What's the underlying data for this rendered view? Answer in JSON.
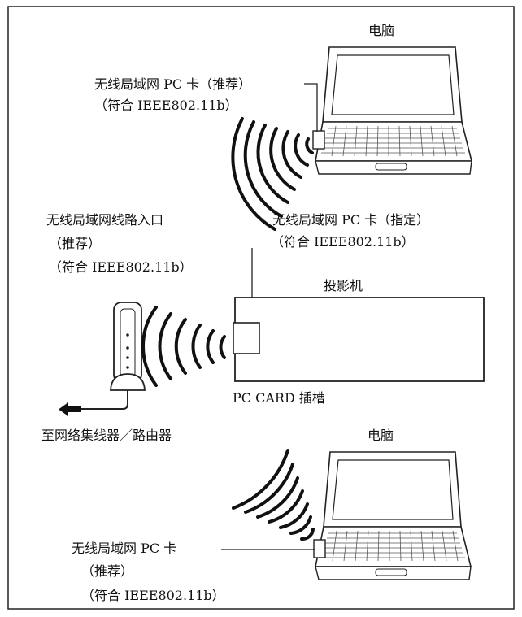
{
  "laptop_top": {
    "label": "电脑",
    "card_label_line1": "无线局域网 PC 卡（推荐）",
    "card_label_line2": "（符合 IEEE802.11b）"
  },
  "access_point": {
    "label_line1": "无线局域网线路入口",
    "label_line2": "（推荐）",
    "label_line3": "（符合 IEEE802.11b）",
    "network_label": "至网络集线器／路由器"
  },
  "projector": {
    "label": "投影机",
    "card_label_line1": "无线局域网 PC 卡（指定）",
    "card_label_line2": "（符合 IEEE802.11b）",
    "slot_label": "PC CARD 插槽"
  },
  "laptop_bottom": {
    "label": "电脑",
    "card_label_line1": "无线局域网 PC 卡",
    "card_label_line2": "（推荐）",
    "card_label_line3": "（符合 IEEE802.11b）"
  }
}
